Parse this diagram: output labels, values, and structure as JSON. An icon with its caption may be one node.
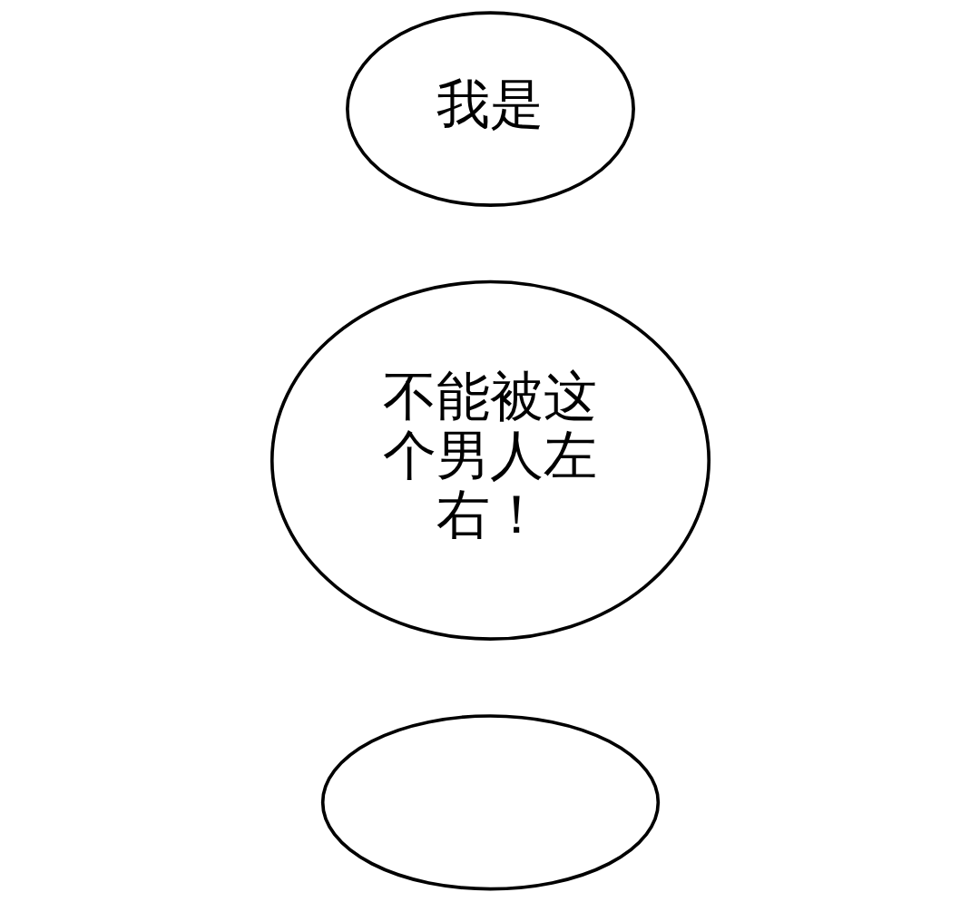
{
  "diagram": {
    "nodes": [
      {
        "text": [],
        "shape": "ellipse"
      },
      {
        "text": [
          "不能被这个男人左右！"
        ]
      },
      {
        "text": [
          "我是"
        ]
      }
    ]
  }
}
